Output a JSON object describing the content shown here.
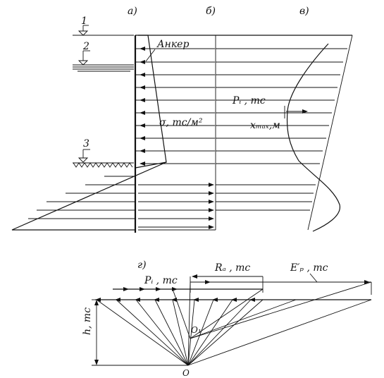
{
  "panel_labels": {
    "a": "а)",
    "b": "б)",
    "v": "в)",
    "g": "г)"
  },
  "level_marks": [
    "1",
    "2",
    "3"
  ],
  "labels": {
    "anchor": "Анкер",
    "sigma": "σ, тс/м²",
    "pi_v": "Pᵢ , тс",
    "xmax": "xₘₐₓ,м",
    "pi_g": "Pᵢ , тс",
    "ra": "Rₐ , тс",
    "ep": "E′ₚ , тс",
    "h": "h, тс",
    "o1": "O₁",
    "o": "O"
  }
}
